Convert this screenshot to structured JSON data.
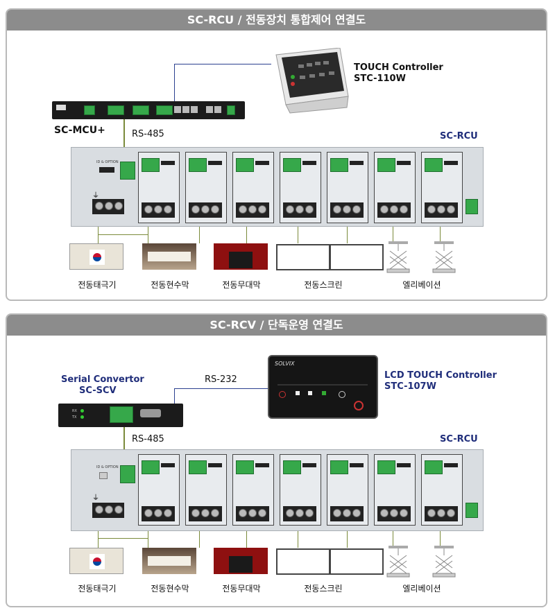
{
  "panel1": {
    "title": "SC-RCU / 전동장치 통합제어 연결도",
    "controller_name": "TOUCH Controller",
    "controller_model": "STC-110W",
    "mcu_label": "SC-MCU+",
    "link_label": "RS-485",
    "rcu_label": "SC-RCU",
    "devices": [
      "전동태극기",
      "전동현수막",
      "전동무대막",
      "전동스크린",
      "엘리베이션"
    ]
  },
  "panel2": {
    "title": "SC-RCV / 단독운영 연결도",
    "convertor_name": "Serial Convertor",
    "convertor_model": "SC-SCV",
    "rs232_label": "RS-232",
    "controller_name": "LCD TOUCH Controller",
    "controller_model": "STC-107W",
    "link_label": "RS-485",
    "rcu_label": "SC-RCU",
    "devices": [
      "전동태극기",
      "전동현수막",
      "전동무대막",
      "전동스크린",
      "엘리베이션"
    ]
  },
  "colors": {
    "title_bar": "#8c8c8c",
    "accent_blue": "#1f2d7a",
    "terminal_green": "#36a84a"
  }
}
